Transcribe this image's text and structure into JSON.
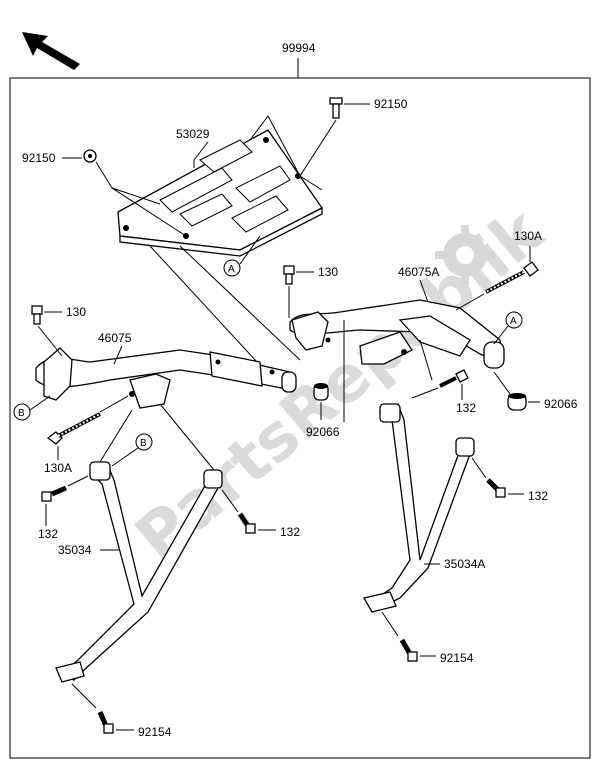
{
  "watermark": "PartsRepublik",
  "assembly_number": "99994",
  "parts": {
    "p92150_top": "92150",
    "p92150_left": "92150",
    "p53029": "53029",
    "p130_mid": "130",
    "p130_left": "130",
    "p130A_right": "130A",
    "p46075": "46075",
    "p46075A": "46075A",
    "p92066_left": "92066",
    "p92066_right": "92066",
    "p130A_left": "130A",
    "p132_right_a": "132",
    "p132_right_b": "132",
    "p132_left_a": "132",
    "p132_left_b": "132",
    "p35034": "35034",
    "p35034A": "35034A",
    "p92154_right": "92154",
    "p92154_left": "92154"
  },
  "callouts": {
    "a_top": "A",
    "a_right": "A",
    "b_left": "B",
    "b_mid": "B"
  }
}
